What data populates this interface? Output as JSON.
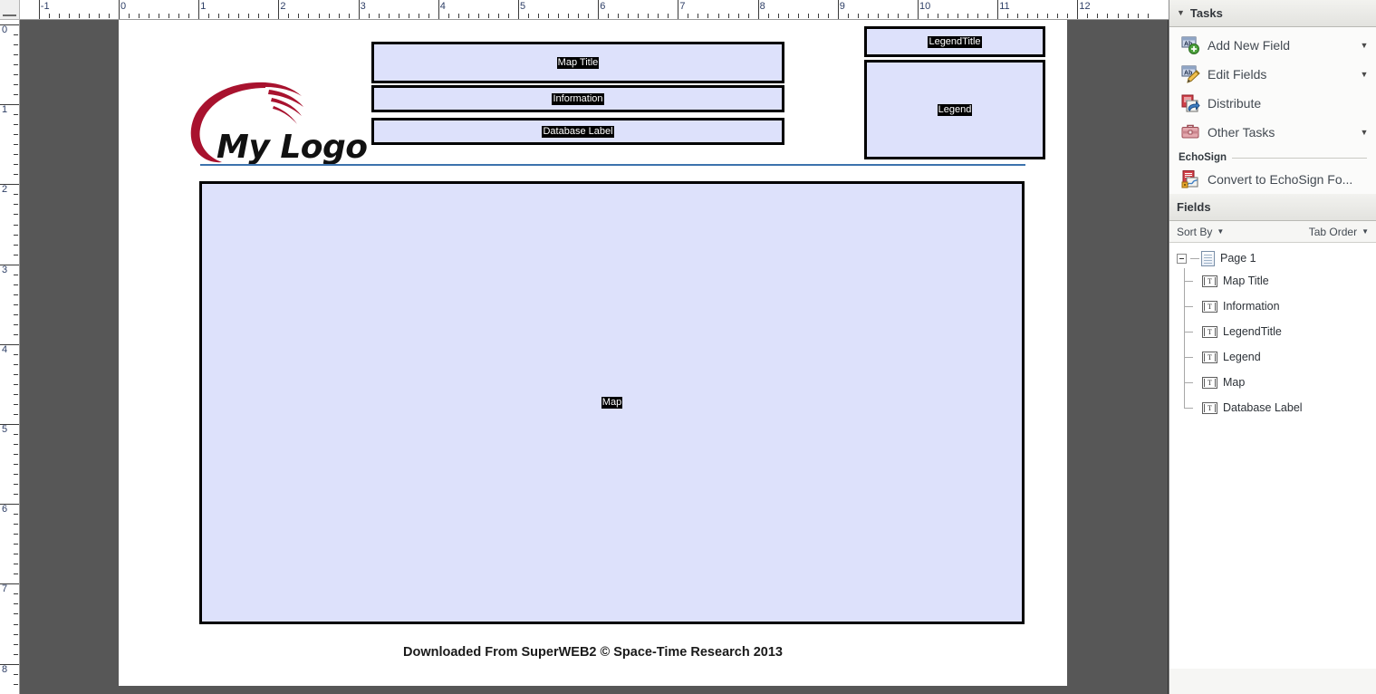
{
  "rulers": {
    "horizontal_labels": [
      "-1",
      "0",
      "1",
      "2",
      "3",
      "4",
      "5",
      "6",
      "7",
      "8",
      "9",
      "10",
      "11",
      "12"
    ],
    "vertical_labels": [
      "0",
      "1",
      "2",
      "3",
      "4",
      "5",
      "6",
      "7",
      "8"
    ],
    "unit": "inches"
  },
  "document": {
    "logo": {
      "text": "My Logo",
      "swoosh_color": "#a8122e",
      "text_color": "#111111"
    },
    "divider_color": "#3c72ad",
    "footer_text": "Downloaded From SuperWEB2 © Space-Time Research 2013",
    "field_fill_color": "#dde1fb",
    "field_border_color": "#000000",
    "fields": [
      {
        "id": "maptitle",
        "label": "Map Title"
      },
      {
        "id": "information",
        "label": "Information"
      },
      {
        "id": "dblabel",
        "label": "Database Label"
      },
      {
        "id": "legendtitle",
        "label": "LegendTitle"
      },
      {
        "id": "legend",
        "label": "Legend"
      },
      {
        "id": "map",
        "label": "Map"
      }
    ]
  },
  "tasks_panel": {
    "title": "Tasks",
    "items": [
      {
        "label": "Add New Field",
        "icon": "add-field-icon",
        "has_caret": true
      },
      {
        "label": "Edit Fields",
        "icon": "edit-fields-icon",
        "has_caret": true
      },
      {
        "label": "Distribute",
        "icon": "distribute-icon",
        "has_caret": false
      },
      {
        "label": "Other Tasks",
        "icon": "other-tasks-icon",
        "has_caret": true
      }
    ],
    "section": {
      "title": "EchoSign",
      "items": [
        {
          "label": "Convert to EchoSign Fo...",
          "icon": "echosign-icon",
          "has_caret": false
        }
      ]
    }
  },
  "fields_panel": {
    "title": "Fields",
    "sort_by_label": "Sort By",
    "tab_order_label": "Tab Order",
    "tree": {
      "root_label": "Page 1",
      "children": [
        {
          "label": "Map Title"
        },
        {
          "label": "Information"
        },
        {
          "label": "LegendTitle"
        },
        {
          "label": "Legend"
        },
        {
          "label": "Map"
        },
        {
          "label": "Database Label"
        }
      ]
    }
  }
}
